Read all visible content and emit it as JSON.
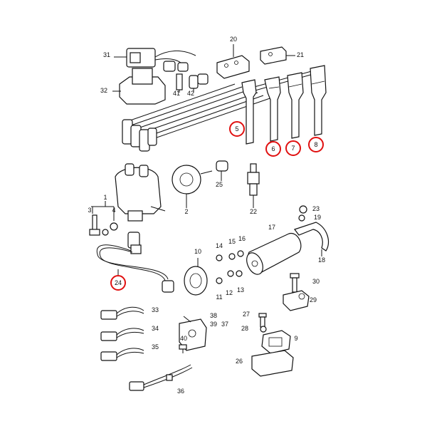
{
  "diagram": {
    "callouts": [
      {
        "id": "c31",
        "label": "31",
        "circled": false
      },
      {
        "id": "c20",
        "label": "20",
        "circled": false
      },
      {
        "id": "c21",
        "label": "21",
        "circled": false
      },
      {
        "id": "c32",
        "label": "32",
        "circled": false
      },
      {
        "id": "c41",
        "label": "41",
        "circled": false
      },
      {
        "id": "c42",
        "label": "42",
        "circled": false
      },
      {
        "id": "c5",
        "label": "5",
        "circled": true
      },
      {
        "id": "c6",
        "label": "6",
        "circled": true
      },
      {
        "id": "c7",
        "label": "7",
        "circled": true
      },
      {
        "id": "c8",
        "label": "8",
        "circled": true
      },
      {
        "id": "c25",
        "label": "25",
        "circled": false
      },
      {
        "id": "c22",
        "label": "22",
        "circled": false
      },
      {
        "id": "c2",
        "label": "2",
        "circled": false
      },
      {
        "id": "c1",
        "label": "1",
        "circled": false
      },
      {
        "id": "c3",
        "label": "3",
        "circled": false
      },
      {
        "id": "c4",
        "label": "4",
        "circled": false
      },
      {
        "id": "c23",
        "label": "23",
        "circled": false
      },
      {
        "id": "c19",
        "label": "19",
        "circled": false
      },
      {
        "id": "c17",
        "label": "17",
        "circled": false
      },
      {
        "id": "c18",
        "label": "18",
        "circled": false
      },
      {
        "id": "c14",
        "label": "14",
        "circled": false
      },
      {
        "id": "c15",
        "label": "15",
        "circled": false
      },
      {
        "id": "c16",
        "label": "16",
        "circled": false
      },
      {
        "id": "c10",
        "label": "10",
        "circled": false
      },
      {
        "id": "c24",
        "label": "24",
        "circled": true
      },
      {
        "id": "c11",
        "label": "11",
        "circled": false
      },
      {
        "id": "c12",
        "label": "12",
        "circled": false
      },
      {
        "id": "c13",
        "label": "13",
        "circled": false
      },
      {
        "id": "c30",
        "label": "30",
        "circled": false
      },
      {
        "id": "c29",
        "label": "29",
        "circled": false
      },
      {
        "id": "c33",
        "label": "33",
        "circled": false
      },
      {
        "id": "c34",
        "label": "34",
        "circled": false
      },
      {
        "id": "c35",
        "label": "35",
        "circled": false
      },
      {
        "id": "c38",
        "label": "38",
        "circled": false
      },
      {
        "id": "c39",
        "label": "39",
        "circled": false
      },
      {
        "id": "c37",
        "label": "37",
        "circled": false
      },
      {
        "id": "c40",
        "label": "40",
        "circled": false
      },
      {
        "id": "c27",
        "label": "27",
        "circled": false
      },
      {
        "id": "c28",
        "label": "28",
        "circled": false
      },
      {
        "id": "c9",
        "label": "9",
        "circled": false
      },
      {
        "id": "c26",
        "label": "26",
        "circled": false
      },
      {
        "id": "c36",
        "label": "36",
        "circled": false
      }
    ],
    "highlight_color": "#e01010",
    "line_color": "#111111"
  }
}
